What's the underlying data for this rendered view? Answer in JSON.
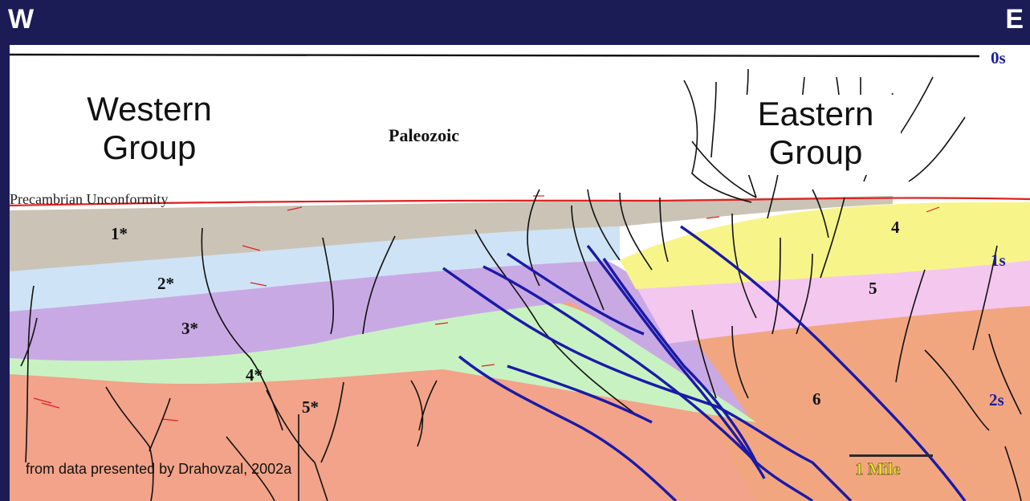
{
  "header": {
    "west_label": "W",
    "east_label": "E"
  },
  "section": {
    "west_group": "Western Group",
    "east_group_line1": "Eastern",
    "east_group_line2": "Group",
    "west_group_line1": "Western",
    "west_group_line2": "Group",
    "overburden_label": "Paleozoic",
    "unconformity_label": "Precambrian Unconformity",
    "time_marks": [
      "0s",
      "1s",
      "2s"
    ],
    "unit_labels": [
      "1*",
      "2*",
      "3*",
      "4*",
      "5*",
      "4",
      "5",
      "6"
    ],
    "scale_label": "1 Mile",
    "credit": "from data presented by Drahovzal, 2002a"
  },
  "colors": {
    "background": "#1b1c56",
    "unconformity": "#e02020",
    "fault": "#1a1aa8",
    "unit_1": "#cbc3b6",
    "unit_2": "#cfe3f6",
    "unit_3": "#c9a9e4",
    "unit_4": "#c8f2c2",
    "unit_5": "#f2a389",
    "east_4": "#f7f58a",
    "east_5": "#f4c7ef",
    "east_6": "#f2a680",
    "scale_label": "#f2e43a",
    "time_marks": "#1a1fa0"
  }
}
